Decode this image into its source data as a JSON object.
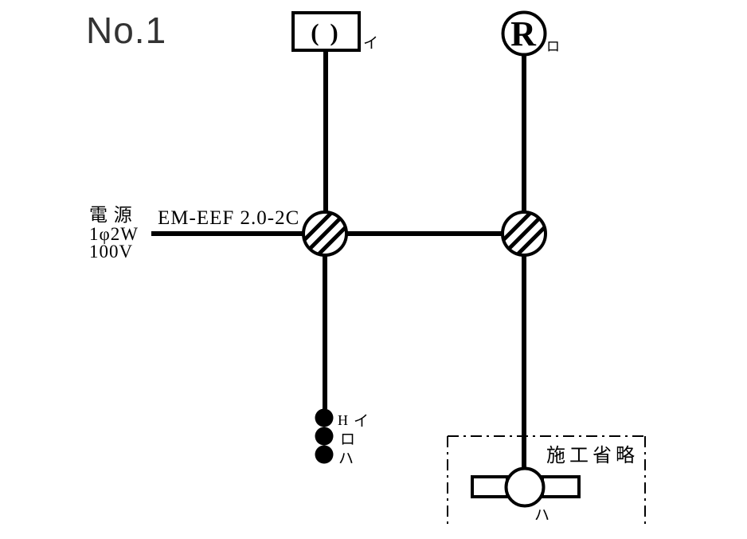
{
  "title": "No.1",
  "colors": {
    "ink": "#000000",
    "title_ink": "#333333",
    "paper": "#ffffff"
  },
  "power_source": {
    "line1": "電 源",
    "line2": "1φ2W",
    "line3": "100V"
  },
  "cable": {
    "label": "EM-EEF 2.0-2C"
  },
  "fixtures": {
    "ceiling_rosette": {
      "glyph": "( )",
      "label": "イ"
    },
    "lamp_receptacle": {
      "letter": "R",
      "label": "ロ"
    },
    "fluorescent_lamp": {
      "label": "ハ"
    },
    "construction_omitted": {
      "label": "施工省略"
    }
  },
  "switches": [
    {
      "mark": "H",
      "label": "イ"
    },
    {
      "mark": "",
      "label": "ロ"
    },
    {
      "mark": "",
      "label": "ハ"
    }
  ]
}
